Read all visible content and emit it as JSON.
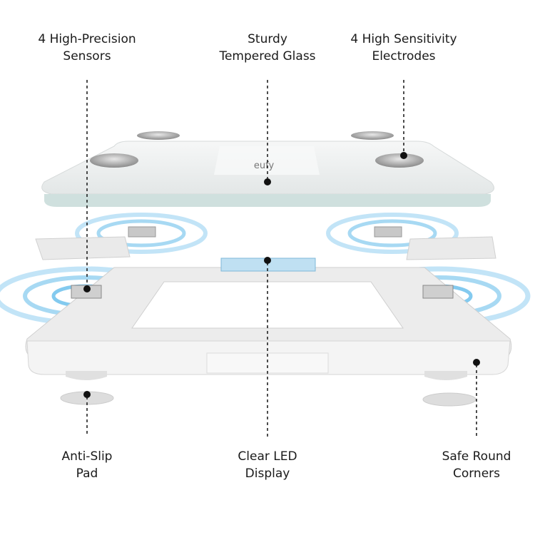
{
  "labels": {
    "sensors": {
      "line1": "4 High-Precision",
      "line2": "Sensors"
    },
    "glass": {
      "line1": "Sturdy",
      "line2": "Tempered Glass"
    },
    "electrodes": {
      "line1": "4 High Sensitivity",
      "line2": "Electrodes"
    },
    "pad": {
      "line1": "Anti-Slip",
      "line2": "Pad"
    },
    "display": {
      "line1": "Clear LED",
      "line2": "Display"
    },
    "corners": {
      "line1": "Safe Round",
      "line2": "Corners"
    }
  },
  "logo": "eufy",
  "colors": {
    "glow": "#4fb3e8",
    "frame": "#e4e4e4",
    "glass": "#eef1f1"
  }
}
